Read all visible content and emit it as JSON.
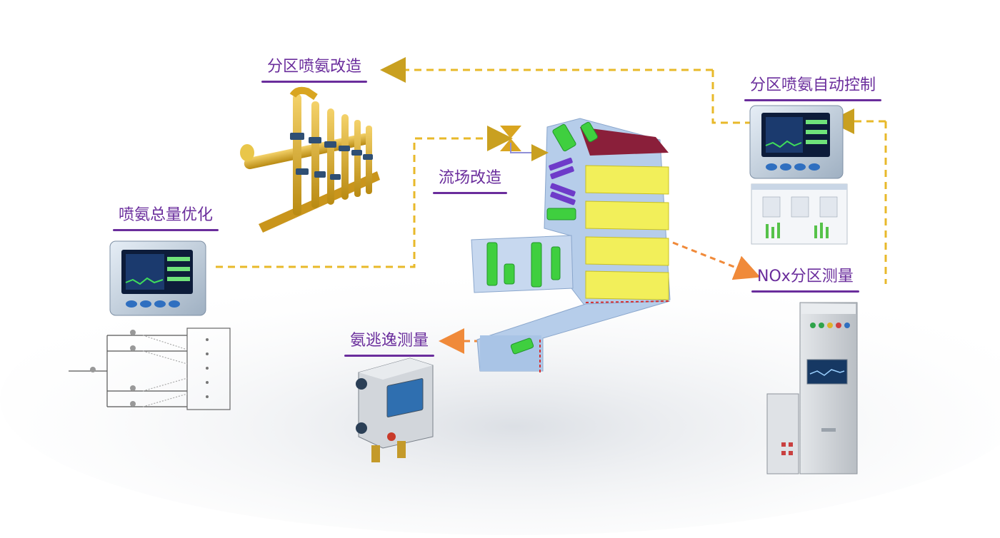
{
  "labels": {
    "zone_injection_retrofit": "分区喷氨改造",
    "zone_injection_auto_control": "分区喷氨自动控制",
    "flow_field_retrofit": "流场改造",
    "total_ammonia_optimization": "喷氨总量优化",
    "nox_zone_measurement": "NOx分区测量",
    "ammonia_slip_measurement": "氨逃逸测量"
  },
  "colors": {
    "label_text": "#6a2d9c",
    "dashed_flow_line": "#e8b92a",
    "orange_arrow": "#f08a3a",
    "pipe_yellow": "#d9a520",
    "duct_blue": "#a9c4e6",
    "catalyst_yellow": "#f2ef5a",
    "vane_green": "#3fcf3f",
    "vane_purple": "#6e3bc9",
    "roof_red": "#8a1f3a",
    "cabinet_gray": "#cfd3d8"
  }
}
